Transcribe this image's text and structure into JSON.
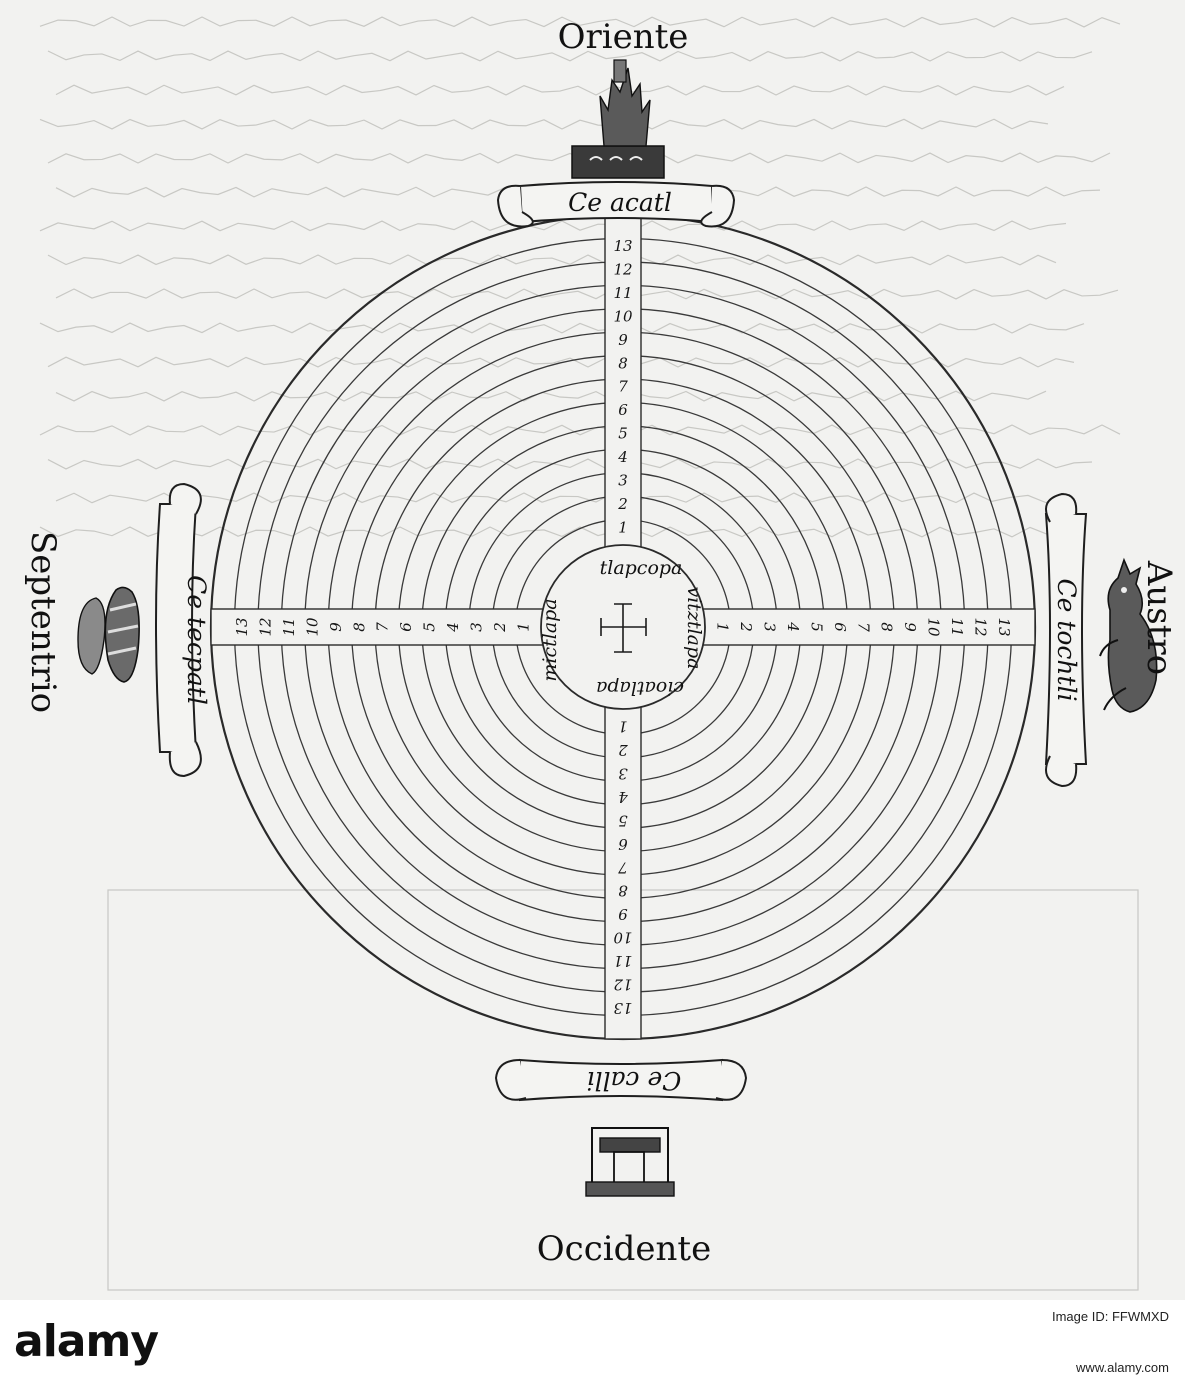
{
  "diagram": {
    "directions": {
      "east": "Oriente",
      "west": "Occidente",
      "north": "Septentrio",
      "south": "Austro"
    },
    "scrolls": {
      "top": "Ce acatl",
      "bottom": "Ce calli",
      "left": "Ce tecpatl",
      "right": "Ce tochtli"
    },
    "center_labels": {
      "top": "tlapcopa",
      "bottom": "cioatlapa",
      "left": "mictlapa",
      "right": "vitztlapa"
    },
    "spoke_numbers": [
      "1",
      "2",
      "3",
      "4",
      "5",
      "6",
      "7",
      "8",
      "9",
      "10",
      "11",
      "12",
      "13"
    ]
  },
  "watermark": {
    "logo": "alamy",
    "image_id_label": "Image ID: FFWMXD",
    "url": "www.alamy.com"
  }
}
